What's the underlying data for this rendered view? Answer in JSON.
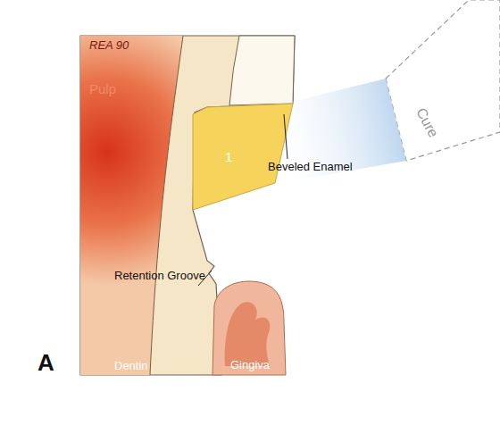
{
  "diagram": {
    "labels": [
      "REA 90",
      "Pulp",
      "1",
      "Beveled Enamel",
      "Cure",
      "Retention Groove",
      "Dentin",
      "Gingiva",
      "A"
    ]
  }
}
